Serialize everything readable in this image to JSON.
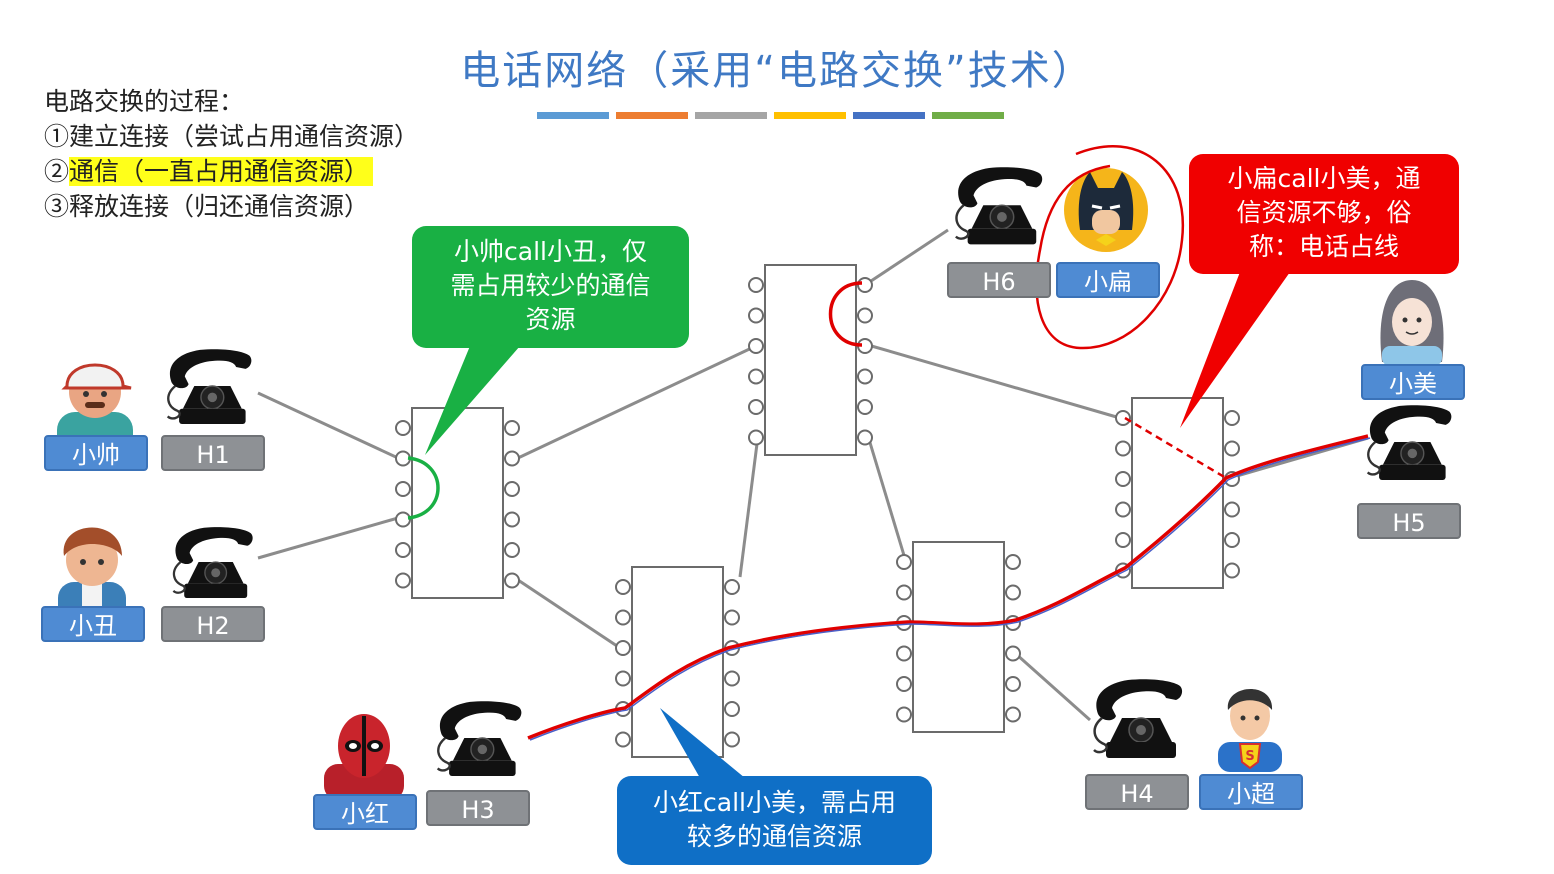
{
  "title": "电话网络（采用“电路交换”技术）",
  "title_color": "#3f79c4",
  "color_bar": [
    "#5b9bd5",
    "#ed7d31",
    "#a5a5a5",
    "#ffc000",
    "#4472c4",
    "#70ad47"
  ],
  "steps": {
    "heading": "电路交换的过程：",
    "items": [
      "①建立连接（尝试占用通信资源）",
      "②",
      "通信（一直占用通信资源）",
      "③释放连接（归还通信资源）"
    ]
  },
  "people": {
    "xiaoshuai": "小帅",
    "xiaochou": "小丑",
    "xiaohong": "小红",
    "xiaobian": "小扁",
    "xiaomei": "小美",
    "xiaochao": "小超"
  },
  "phones": {
    "h1": "H1",
    "h2": "H2",
    "h3": "H3",
    "h4": "H4",
    "h5": "H5",
    "h6": "H6"
  },
  "callouts": {
    "green_lines": [
      "小帅call小丑，仅",
      "需占用较少的通信",
      "资源"
    ],
    "blue_lines": [
      "小红call小美，需占用",
      "较多的通信资源"
    ],
    "red_lines": [
      "小扁call小美，通",
      "信资源不够，俗",
      "称：电话占线"
    ]
  },
  "colors": {
    "green_bubble": "#19b044",
    "blue_bubble": "#0f6fc6",
    "red_bubble": "#f00000",
    "label_blue": "#4f8bd3",
    "label_grey": "#8e9195",
    "highlight": "#ffff1a",
    "circuit_red": "#e00000"
  }
}
